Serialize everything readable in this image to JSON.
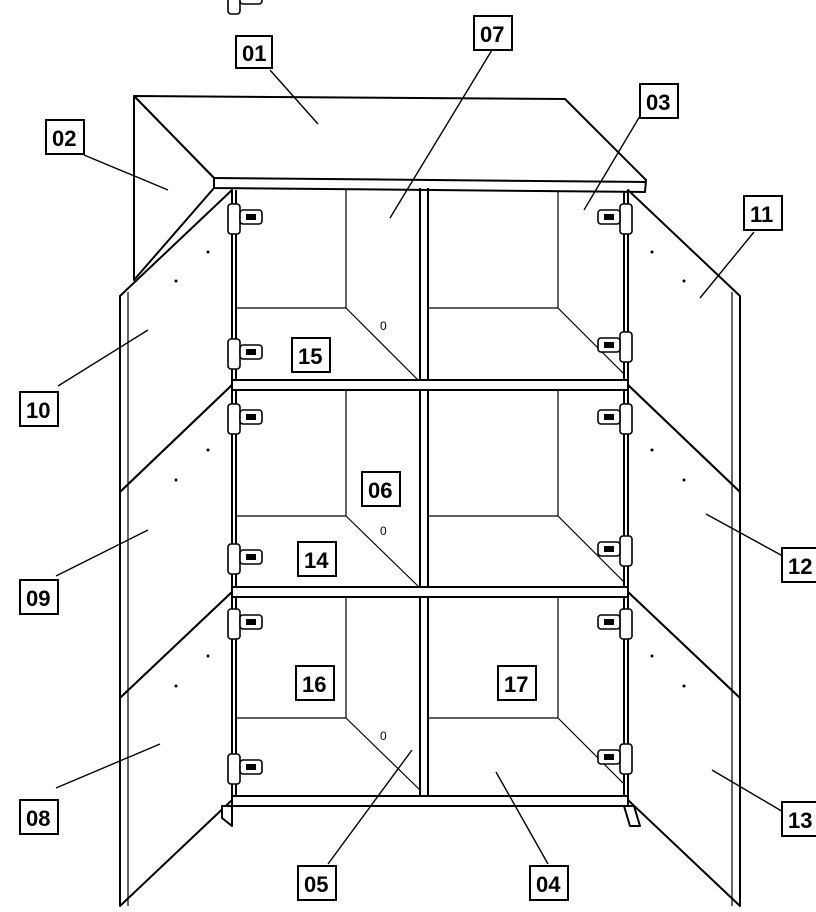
{
  "diagram": {
    "type": "exploded cabinet assembly",
    "labels": [
      "01",
      "02",
      "03",
      "04",
      "05",
      "06",
      "07",
      "08",
      "09",
      "10",
      "11",
      "12",
      "13",
      "14",
      "15",
      "16",
      "17"
    ],
    "hole_marks": [
      "0",
      "0",
      "0"
    ]
  },
  "colors": {
    "line": "#000000",
    "background": "#ffffff"
  }
}
